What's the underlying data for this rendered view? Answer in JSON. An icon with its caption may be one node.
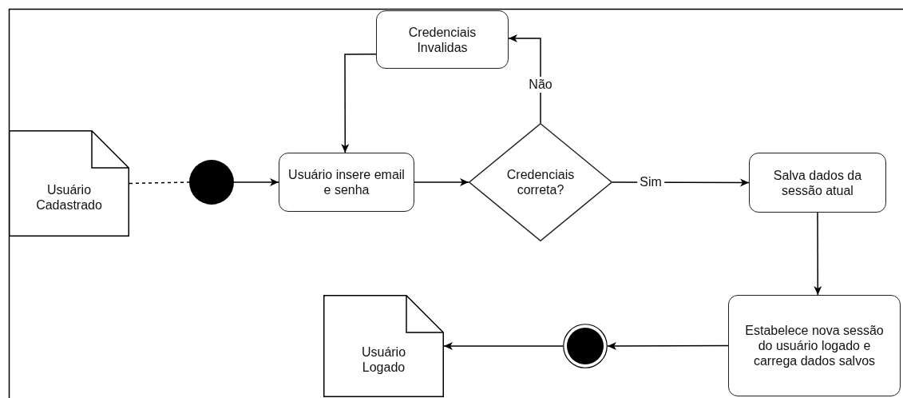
{
  "diagram": {
    "nodes": [
      {
        "text": [
          "Usuário Cadastrado"
        ]
      },
      {
        "text": [],
        "shape": "circle"
      },
      {
        "text": [
          "Usuário insere email e senha"
        ]
      },
      {
        "text": [
          "Credenciais correta?"
        ]
      },
      {
        "text": [
          "Credenciais Invalidas"
        ]
      },
      {
        "text": [
          "Salva dados da sessão atual"
        ]
      },
      {
        "text": [
          "Estabelece nova sessão do usuário logado e carrega dados salvos"
        ]
      },
      {
        "text": [],
        "shape": "circle"
      },
      {
        "text": [
          "Usuário Logado"
        ]
      }
    ],
    "edges": [
      {
        "from": 0,
        "to": 1,
        "arrow": "none",
        "style": "dashed"
      },
      {
        "from": 1,
        "to": 2,
        "arrow": "to"
      },
      {
        "from": 2,
        "to": 3,
        "arrow": "to"
      },
      {
        "from": 3,
        "to": 4,
        "arrow": "to",
        "label": "Não"
      },
      {
        "from": 4,
        "to": 2,
        "arrow": "to"
      },
      {
        "from": 3,
        "to": 5,
        "arrow": "to",
        "label": "Sim"
      },
      {
        "from": 5,
        "to": 6,
        "arrow": "to"
      },
      {
        "from": 6,
        "to": 7,
        "arrow": "to"
      },
      {
        "from": 7,
        "to": 8,
        "arrow": "to"
      }
    ]
  }
}
